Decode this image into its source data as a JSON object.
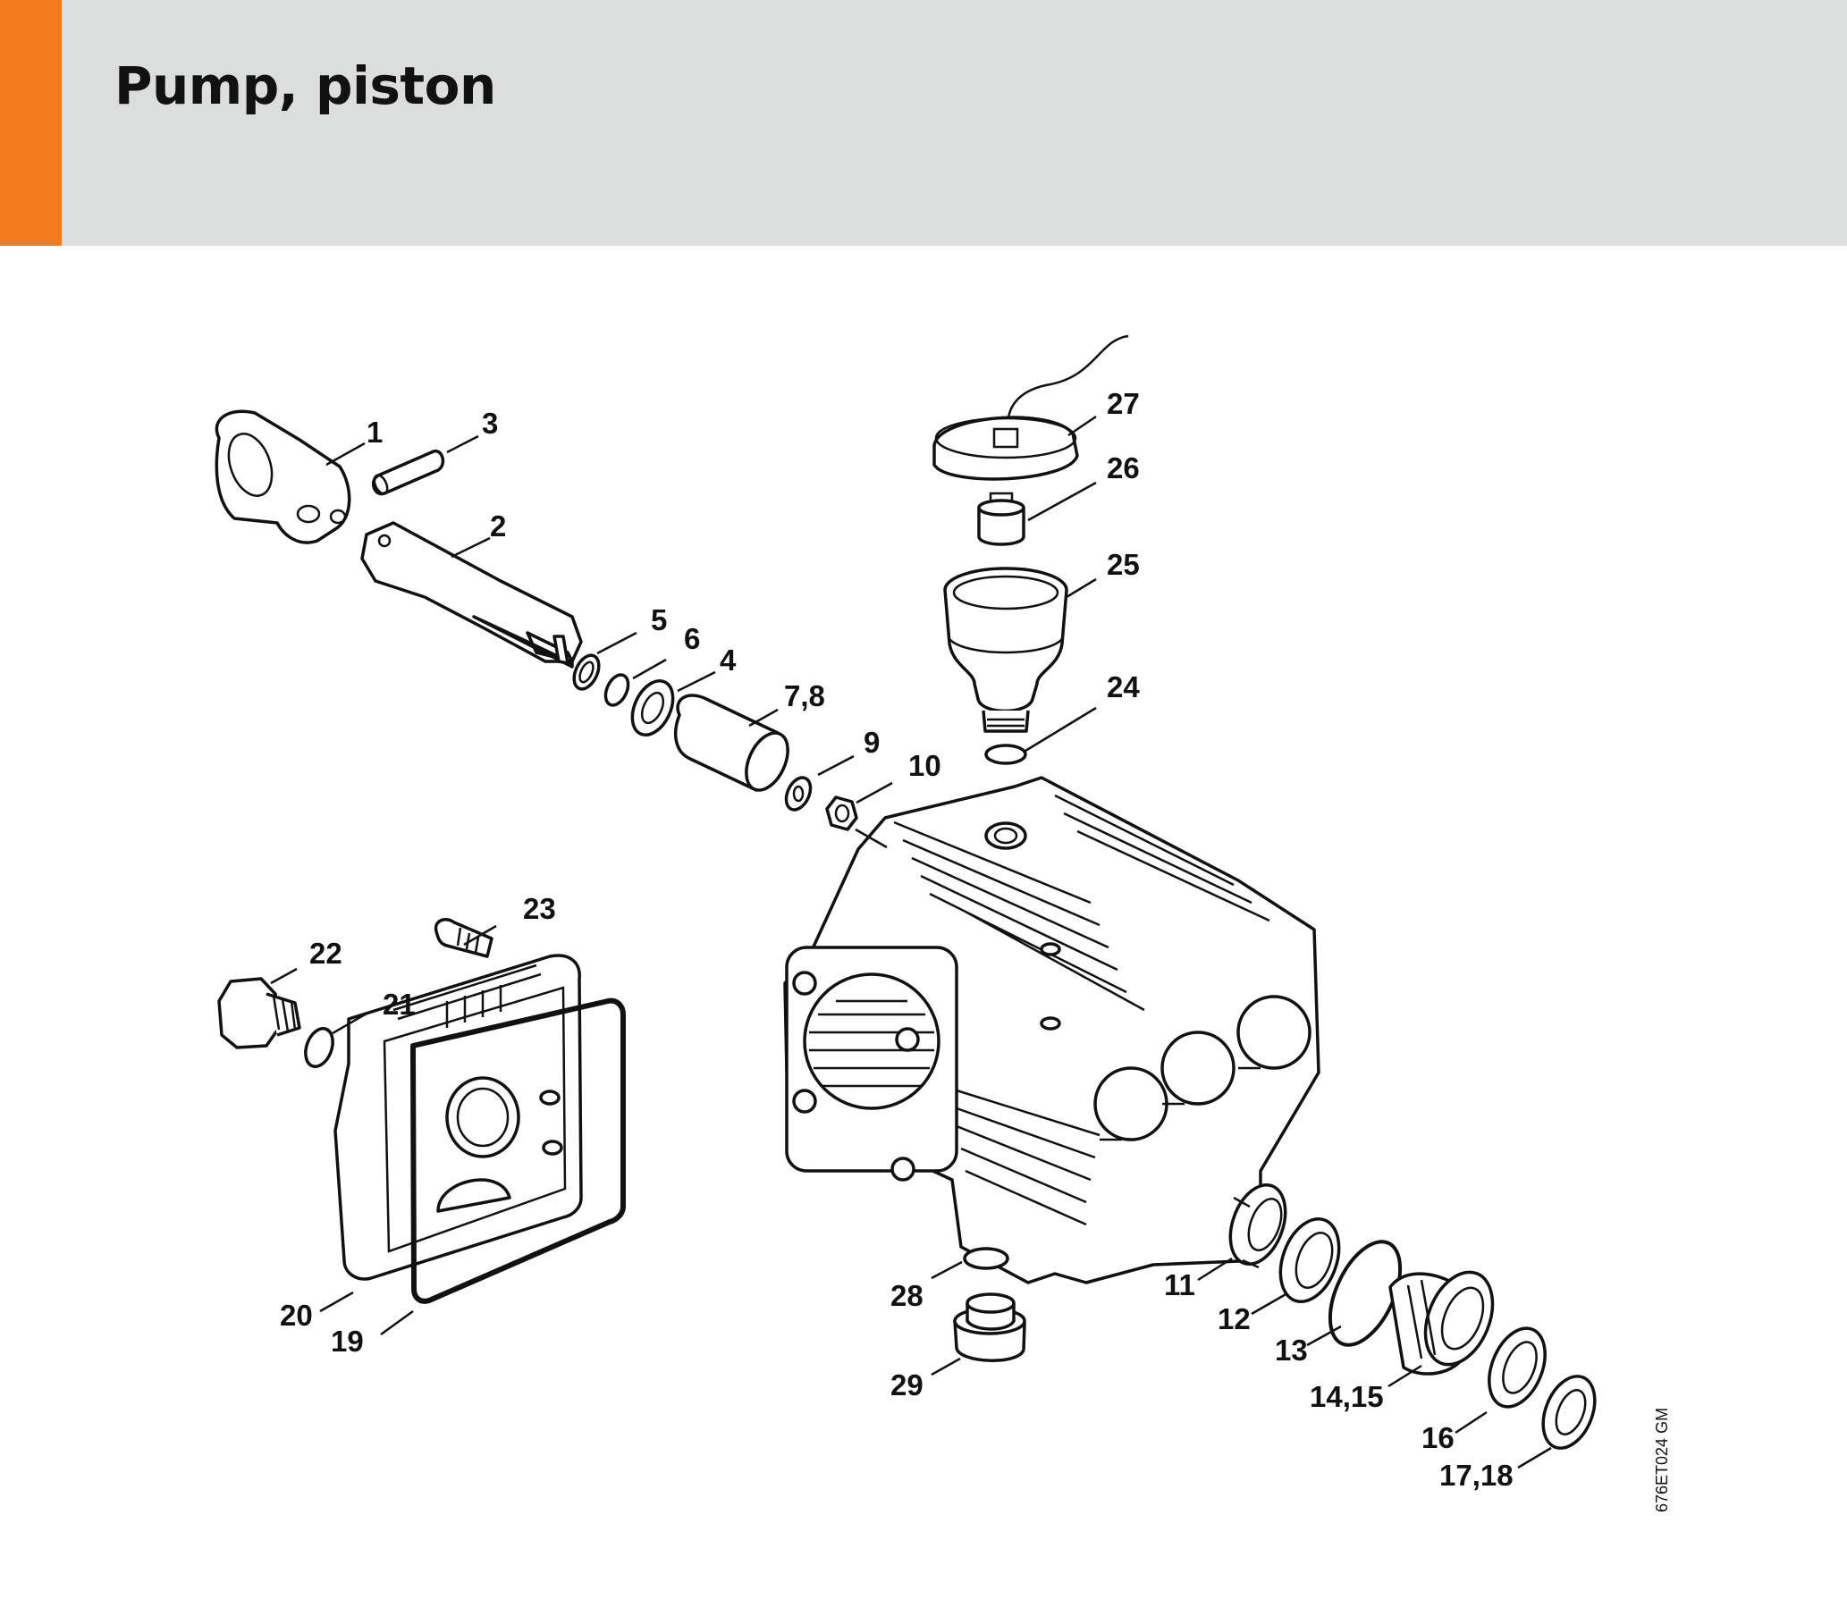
{
  "header": {
    "title": "Pump, piston",
    "accent_color": "#f37a1f",
    "background_color": "#dcdddd"
  },
  "diagram": {
    "callouts": [
      "1",
      "2",
      "3",
      "4",
      "5",
      "6",
      "7,8",
      "9",
      "10",
      "11",
      "12",
      "13",
      "14,15",
      "16",
      "17,18",
      "19",
      "20",
      "21",
      "22",
      "23",
      "24",
      "25",
      "26",
      "27",
      "28",
      "29"
    ],
    "drawing_id": "676ET024 GM"
  }
}
